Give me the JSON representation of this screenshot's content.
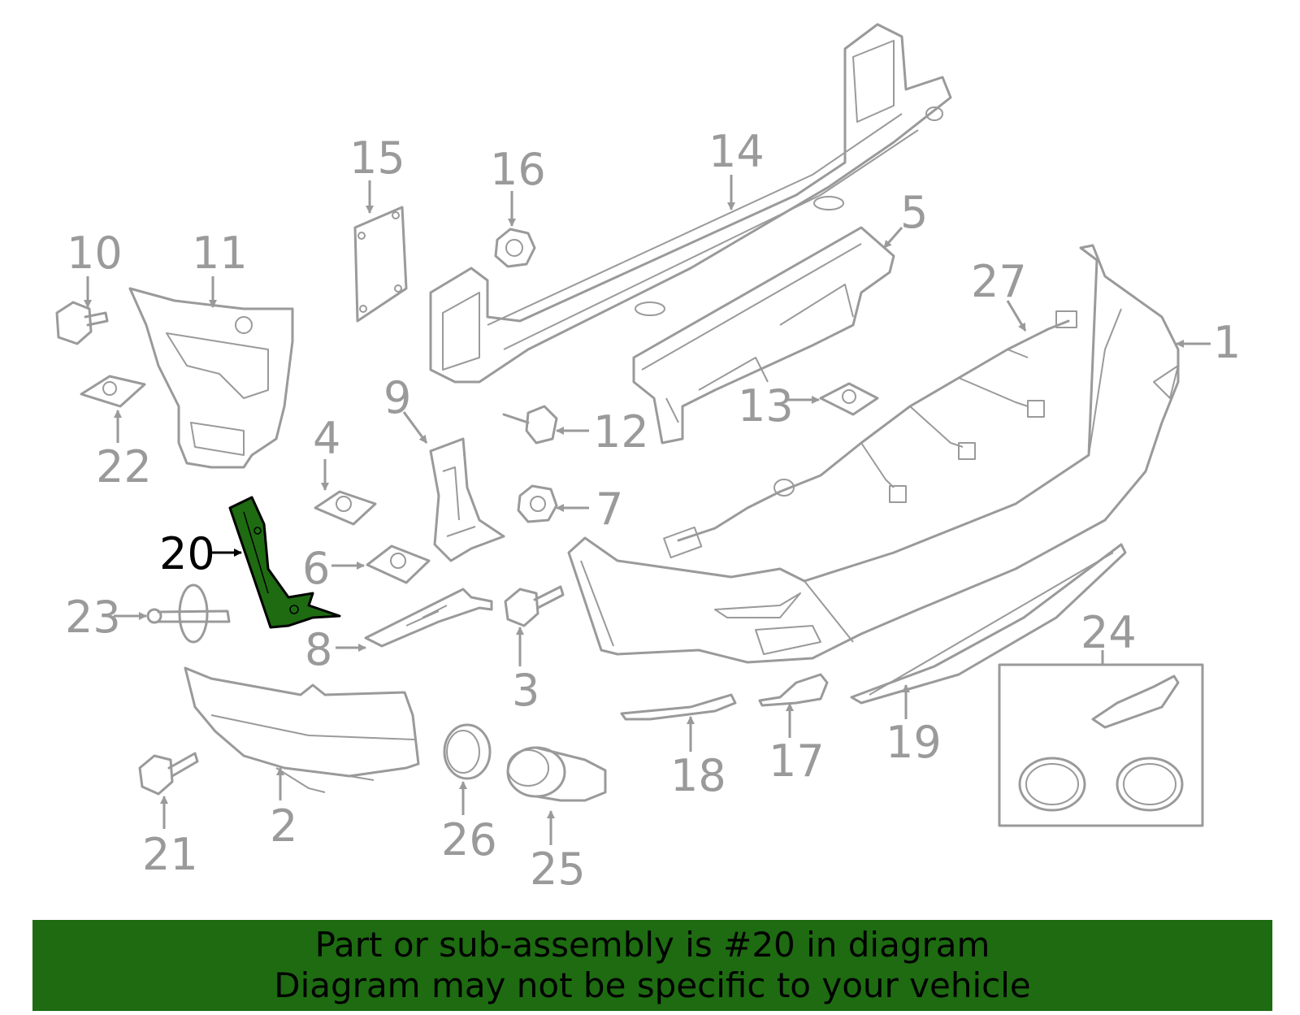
{
  "colors": {
    "line": "#9a9a9a",
    "highlight_fill": "#1e6b12",
    "highlight_stroke": "#000000",
    "banner_bg": "#1e6b12",
    "banner_text": "#000000"
  },
  "diagram": {
    "highlighted_part": "20",
    "callouts": {
      "c1": "1",
      "c2": "2",
      "c3": "3",
      "c4": "4",
      "c5": "5",
      "c6": "6",
      "c7": "7",
      "c8": "8",
      "c9": "9",
      "c10": "10",
      "c11": "11",
      "c12": "12",
      "c13": "13",
      "c14": "14",
      "c15": "15",
      "c16": "16",
      "c17": "17",
      "c18": "18",
      "c19": "19",
      "c20": "20",
      "c21": "21",
      "c22": "22",
      "c23": "23",
      "c24": "24",
      "c25": "25",
      "c26": "26",
      "c27": "27"
    }
  },
  "banner": {
    "line1": "Part or sub-assembly is #20 in diagram",
    "line2": "Diagram may not be specific to your vehicle"
  }
}
